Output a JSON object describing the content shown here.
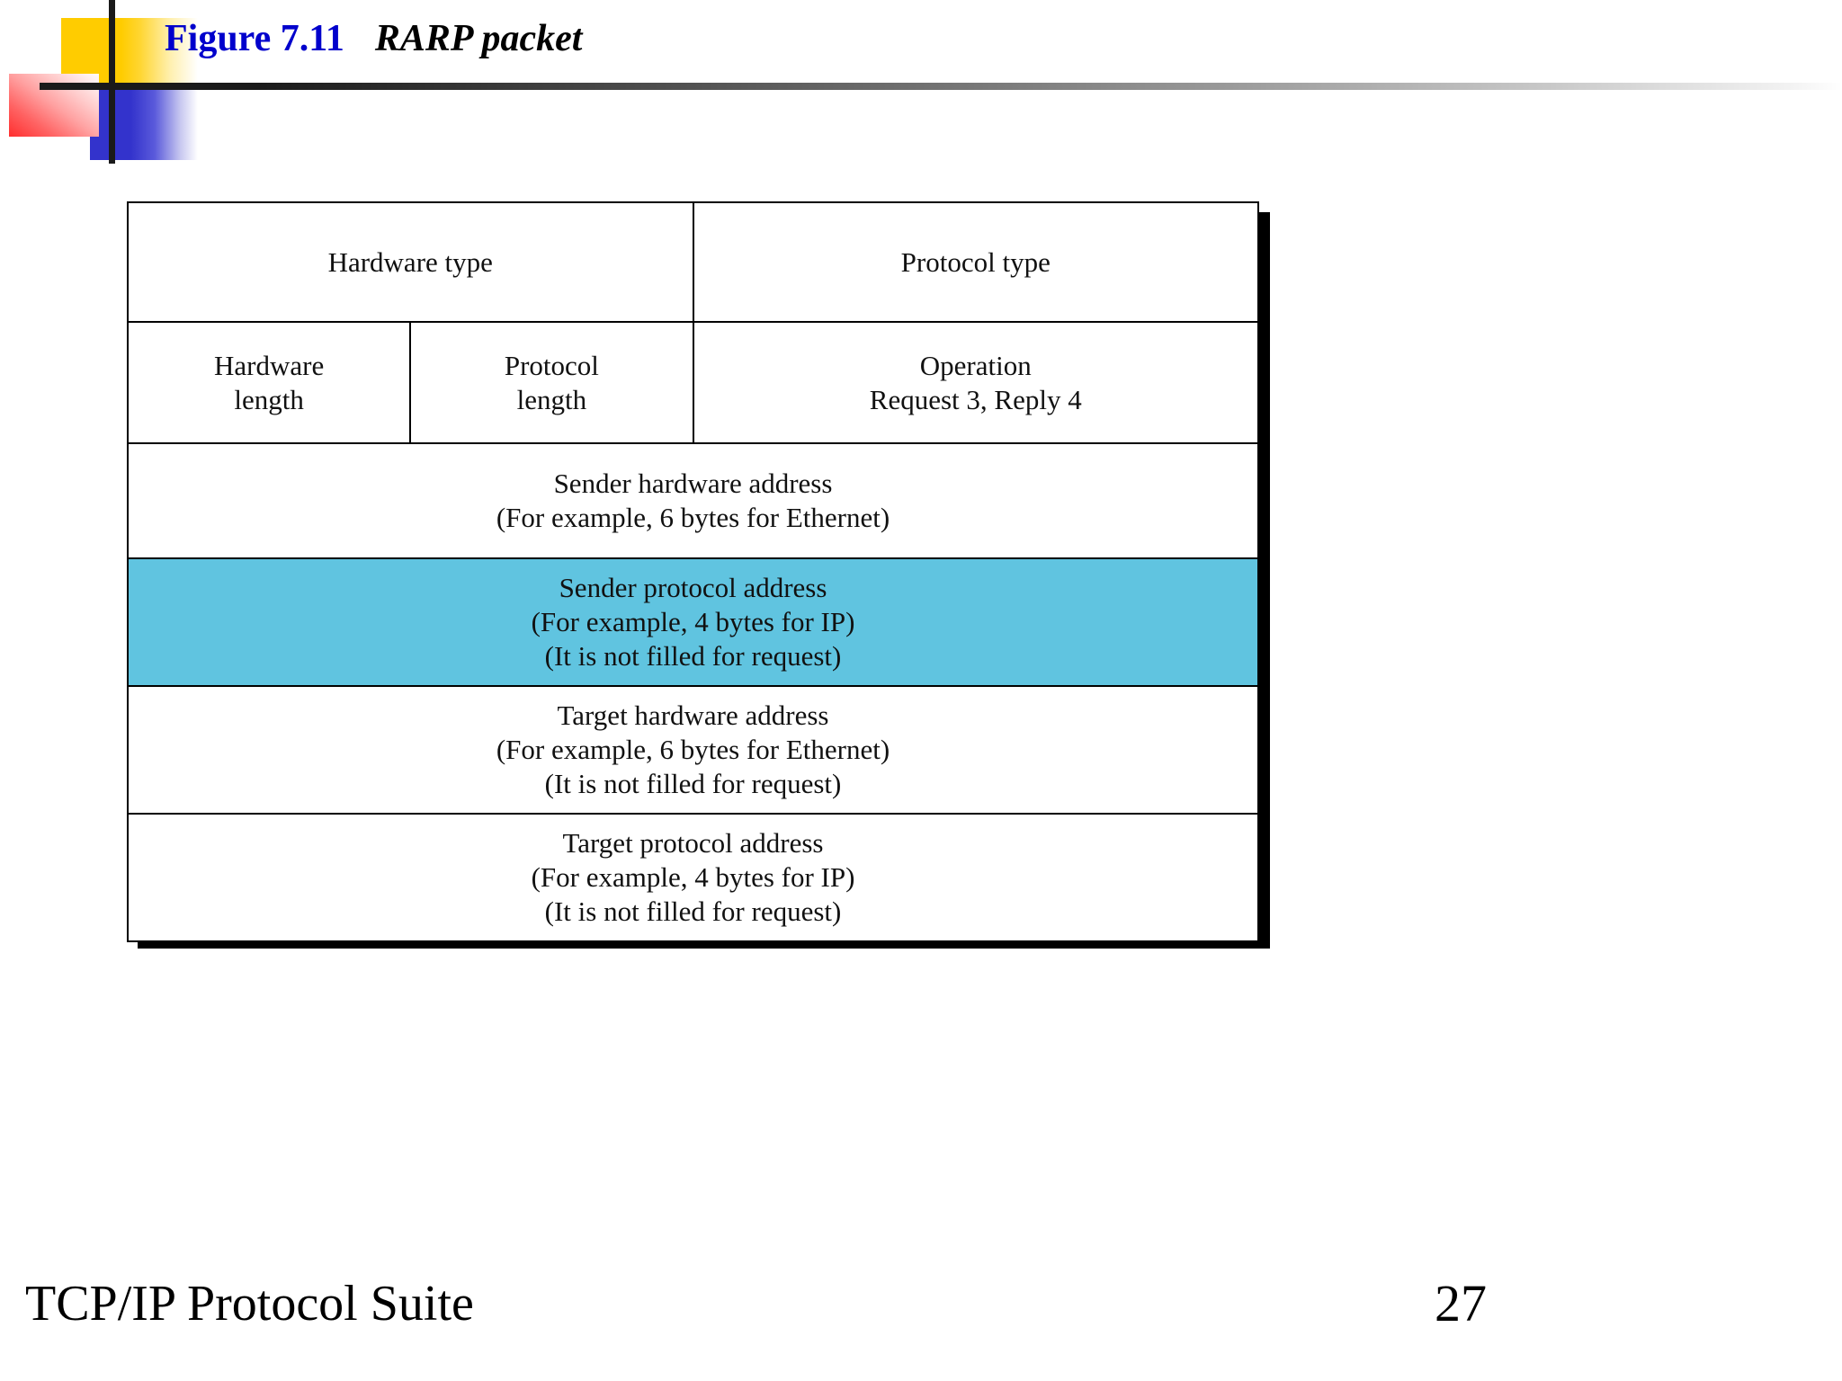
{
  "slide": {
    "title_prefix": "Figure 7.11",
    "title_main": "RARP packet",
    "title_color": "#0000CC",
    "footer_title": "TCP/IP Protocol Suite",
    "page_number": "27"
  },
  "decoration": {
    "yellow_swatch": "#FFCC00",
    "blue_swatch": "#3333CC",
    "red_swatch": "#FF2222",
    "rule_color": "#1a1a1a"
  },
  "packet": {
    "highlight_color": "#60C4E0",
    "border_color": "#000000",
    "rows": [
      {
        "name": "row-types",
        "cells": [
          {
            "name": "hardware-type",
            "lines": [
              "Hardware type"
            ],
            "highlight": false
          },
          {
            "name": "protocol-type",
            "lines": [
              "Protocol type"
            ],
            "highlight": false
          }
        ]
      },
      {
        "name": "row-lengths-operation",
        "cells": [
          {
            "name": "hardware-length",
            "lines": [
              "Hardware",
              "length"
            ],
            "highlight": false
          },
          {
            "name": "protocol-length",
            "lines": [
              "Protocol",
              "length"
            ],
            "highlight": false
          },
          {
            "name": "operation",
            "lines": [
              "Operation",
              "Request 3, Reply 4"
            ],
            "highlight": false
          }
        ]
      },
      {
        "name": "row-sender-hardware-address",
        "cells": [
          {
            "name": "sender-hardware-address",
            "lines": [
              "Sender hardware address",
              "(For example, 6 bytes for Ethernet)"
            ],
            "highlight": false
          }
        ]
      },
      {
        "name": "row-sender-protocol-address",
        "cells": [
          {
            "name": "sender-protocol-address",
            "lines": [
              "Sender protocol address",
              "(For example, 4 bytes for IP)",
              "(It is not filled for request)"
            ],
            "highlight": true
          }
        ]
      },
      {
        "name": "row-target-hardware-address",
        "cells": [
          {
            "name": "target-hardware-address",
            "lines": [
              "Target hardware address",
              "(For example, 6 bytes for Ethernet)",
              "(It is not filled for request)"
            ],
            "highlight": false
          }
        ]
      },
      {
        "name": "row-target-protocol-address",
        "cells": [
          {
            "name": "target-protocol-address",
            "lines": [
              "Target protocol address",
              "(For example, 4 bytes for IP)",
              "(It is not filled for request)"
            ],
            "highlight": false
          }
        ]
      }
    ]
  }
}
